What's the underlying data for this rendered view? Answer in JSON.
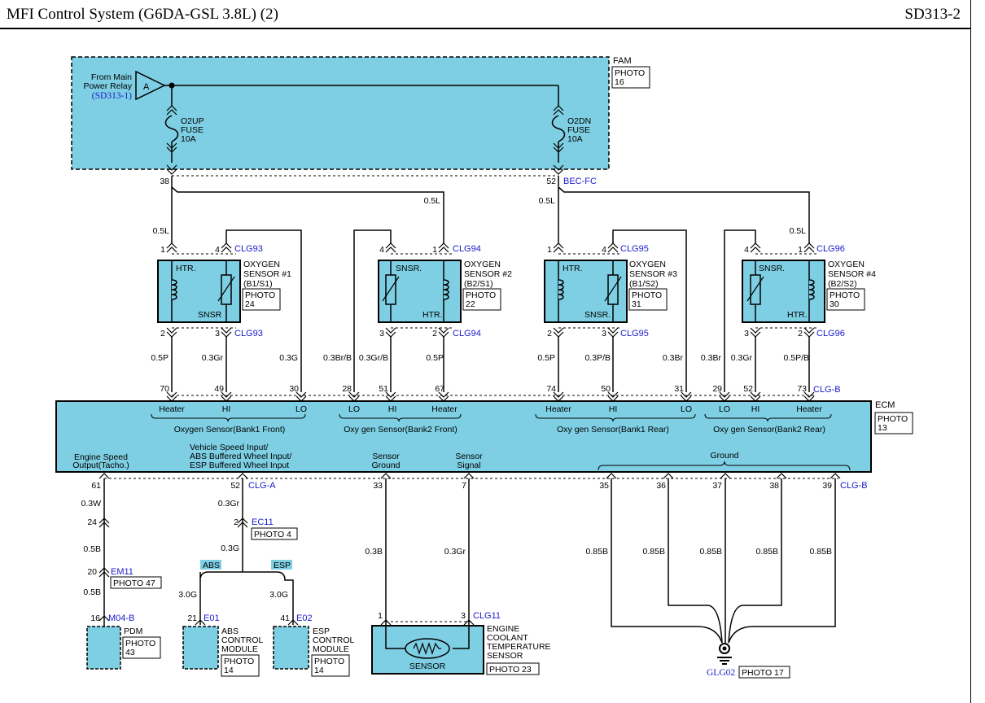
{
  "header": {
    "title": "MFI Control System (G6DA-GSL 3.8L) (2)",
    "code": "SD313-2"
  },
  "fam": {
    "name": "FAM",
    "photo": [
      "PHOTO",
      "16"
    ],
    "source": [
      "From Main",
      "Power Relay"
    ],
    "source_ref": "(SD313-1)",
    "connector_letter": "A",
    "fuse_up": [
      "O2UP",
      "FUSE",
      "10A"
    ],
    "fuse_dn": [
      "O2DN",
      "FUSE",
      "10A"
    ],
    "pin_left": "38",
    "pin_right": "52",
    "conn": "BEC-FC"
  },
  "sensors": [
    {
      "name": [
        "OXYGEN",
        "SENSOR #1",
        "(B1/S1)"
      ],
      "photo": [
        "PHOTO",
        "24"
      ],
      "top_conn": "CLG93",
      "bot_conn": "CLG93",
      "htr": "HTR.",
      "snsr": "SNSR"
    },
    {
      "name": [
        "OXYGEN",
        "SENSOR #2",
        "(B2/S1)"
      ],
      "photo": [
        "PHOTO",
        "22"
      ],
      "top_conn": "CLG94",
      "bot_conn": "CLG94",
      "htr": "HTR.",
      "snsr": "SNSR."
    },
    {
      "name": [
        "OXYGEN",
        "SENSOR  #3",
        "(B1/S2)"
      ],
      "photo": [
        "PHOTO",
        "31"
      ],
      "top_conn": "CLG95",
      "bot_conn": "CLG95",
      "htr": "HTR.",
      "snsr": "SNSR."
    },
    {
      "name": [
        "OXYGEN",
        "SENSOR  #4",
        "(B2/S2)"
      ],
      "photo": [
        "PHOTO",
        "30"
      ],
      "top_conn": "CLG96",
      "bot_conn": "CLG96",
      "htr": "HTR.",
      "snsr": "SNSR."
    }
  ],
  "wires_top": {
    "left_feed": "0.5L",
    "s2_feed": "0.5L",
    "right_feed": "0.5L",
    "s4_feed": "0.5L",
    "s1_lower": [
      "0.5P",
      "0.3Gr",
      "0.3G"
    ],
    "s2_lower": [
      "0.3Br/B",
      "0.3Gr/B",
      "0.5P"
    ],
    "s3_lower": [
      "0.5P",
      "0.3P/B",
      "0.3Br"
    ],
    "s4_lower": [
      "0.3Br",
      "0.3Gr",
      "0.5P/B"
    ]
  },
  "ecm": {
    "name": "ECM",
    "photo": [
      "PHOTO",
      "13"
    ],
    "top_pins": [
      "70",
      "49",
      "30",
      "28",
      "51",
      "67",
      "74",
      "50",
      "31",
      "29",
      "52",
      "73"
    ],
    "top_conn": "CLG-B",
    "pin_labels": [
      "Heater",
      "HI",
      "LO",
      "LO",
      "HI",
      "Heater",
      "Heater",
      "HI",
      "LO",
      "LO",
      "HI",
      "Heater"
    ],
    "groups": [
      "Oxygen Sensor(Bank1 Front)",
      "Oxy gen Sensor(Bank2 Front)",
      "Oxy gen Sensor(Bank1 Rear)",
      "Oxy gen Sensor(Bank2 Rear)"
    ],
    "engine_speed": [
      "Engine Speed",
      "Output(Tacho.)"
    ],
    "vehicle_speed": [
      "Vehicle Speed Input/",
      "ABS Buffered Wheel Input/",
      "ESP Buffered Wheel Input"
    ],
    "sensor_ground": [
      "Sensor",
      "Ground"
    ],
    "sensor_signal": [
      "Sensor",
      "Signal"
    ],
    "ground": "Ground",
    "bot_pins": [
      "61",
      "52",
      "33",
      "7",
      "35",
      "36",
      "37",
      "38",
      "39"
    ],
    "bot_conn_a": "CLG-A",
    "bot_conn_b": "CLG-B"
  },
  "lower": {
    "w61": "0.3W",
    "p24": "24",
    "w24": "0.5B",
    "p20": "20",
    "em11": "EM11",
    "em11_photo": "PHOTO 47",
    "w20": "0.5B",
    "p16": "16",
    "m04b": "M04-B",
    "pdm": "PDM",
    "pdm_photo": [
      "PHOTO",
      "43"
    ],
    "w52": "0.3Gr",
    "p2": "2",
    "ec11": "EC11",
    "ec11_photo": "PHOTO 4",
    "w_after": "0.3G",
    "abs_tag": "ABS",
    "esp_tag": "ESP",
    "abs_wire": "3.0G",
    "esp_wire": "3.0G",
    "p21": "21",
    "e01": "E01",
    "abs_name": [
      "ABS",
      "CONTROL",
      "MODULE"
    ],
    "abs_photo": [
      "PHOTO",
      "14"
    ],
    "p41": "41",
    "e02": "E02",
    "esp_name": [
      "ESP",
      "CONTROL",
      "MODULE"
    ],
    "esp_photo": [
      "PHOTO",
      "14"
    ],
    "w33": "0.3B",
    "w7": "0.3Gr",
    "ect_p1": "1",
    "ect_p3": "3",
    "clg11": "CLG11",
    "ect_name": [
      "ENGINE",
      "COOLANT",
      "TEMPERATURE",
      "SENSOR"
    ],
    "ect_photo": "PHOTO 23",
    "ect_inner": "SENSOR",
    "gnd_wires": [
      "0.85B",
      "0.85B",
      "0.85B",
      "0.85B",
      "0.85B"
    ],
    "glg02": "GLG02",
    "glg02_photo": "PHOTO 17"
  },
  "colors": {
    "fill": "#7ECFE3",
    "wire": "#000000",
    "ref": "#1a1acc"
  }
}
